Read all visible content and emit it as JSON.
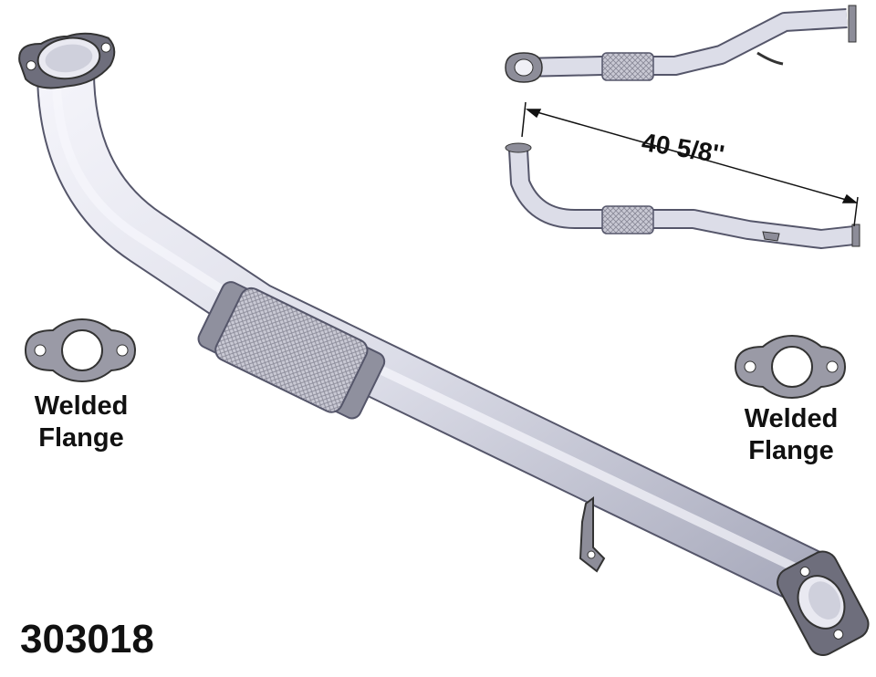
{
  "labels": {
    "flange_left": [
      "Welded",
      "Flange"
    ],
    "flange_right": [
      "Welded",
      "Flange"
    ],
    "dimension": "40 5/8''",
    "part_number": "303018"
  },
  "colors": {
    "pipe_fill": "#dcdde8",
    "pipe_shade": "#a7a9bb",
    "pipe_outline": "#55566a",
    "flange_fill": "#8d8d99",
    "mesh": "#9a9aa6",
    "text": "#111111"
  }
}
